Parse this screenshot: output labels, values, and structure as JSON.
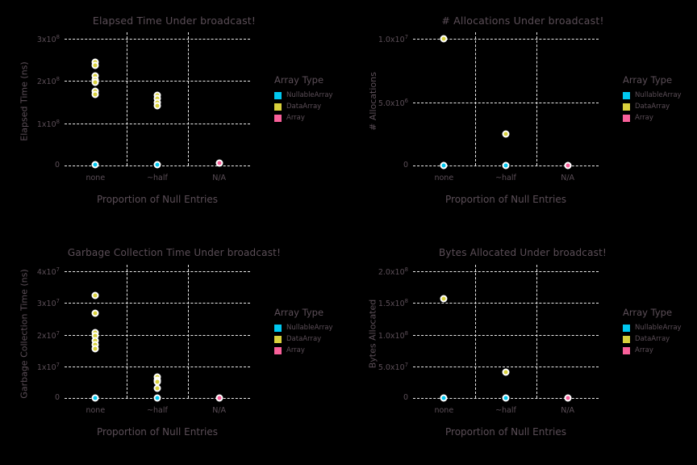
{
  "figure": {
    "background": "#000000",
    "text_color": "#5b4e57",
    "grid_color": "#ffffff"
  },
  "legend": {
    "title": "Array Type",
    "entries": [
      {
        "label": "NullableArray",
        "color": "#00c8f0"
      },
      {
        "label": "DataArray",
        "color": "#d9d13c"
      },
      {
        "label": "Array",
        "color": "#f9609a"
      }
    ]
  },
  "chart_data": [
    {
      "id": "elapsed-time",
      "type": "scatter",
      "title": "Elapsed Time Under broadcast!",
      "xlabel": "Proportion of Null Entries",
      "ylabel": "Elapsed Time (ns)",
      "categories": [
        "none",
        "~half",
        "N/A"
      ],
      "yticks": [
        0,
        100000000,
        200000000,
        300000000
      ],
      "yticklabels": [
        "0",
        "1x10⁸",
        "2x10⁸",
        "3x10⁸"
      ],
      "ylim": [
        0,
        300000000
      ],
      "grid": true,
      "legend_position": "right",
      "series": [
        {
          "name": "NullableArray",
          "color": "#00c8f0",
          "points": [
            {
              "x": "none",
              "y": 2000000
            },
            {
              "x": "~half",
              "y": 2000000
            }
          ]
        },
        {
          "name": "DataArray",
          "color": "#d9d13c",
          "points": [
            {
              "x": "none",
              "y": 244000000
            },
            {
              "x": "none",
              "y": 236000000
            },
            {
              "x": "none",
              "y": 212000000
            },
            {
              "x": "none",
              "y": 203000000
            },
            {
              "x": "none",
              "y": 196000000
            },
            {
              "x": "none",
              "y": 176000000
            },
            {
              "x": "none",
              "y": 168000000
            },
            {
              "x": "~half",
              "y": 167000000
            },
            {
              "x": "~half",
              "y": 158000000
            },
            {
              "x": "~half",
              "y": 149000000
            },
            {
              "x": "~half",
              "y": 141000000
            }
          ]
        },
        {
          "name": "Array",
          "color": "#f9609a",
          "points": [
            {
              "x": "N/A",
              "y": 5000000
            }
          ]
        }
      ]
    },
    {
      "id": "num-allocations",
      "type": "scatter",
      "title": "# Allocations Under broadcast!",
      "xlabel": "Proportion of Null Entries",
      "ylabel": "# Allocations",
      "categories": [
        "none",
        "~half",
        "N/A"
      ],
      "yticks": [
        0,
        5000000,
        10000000
      ],
      "yticklabels": [
        "0",
        "5.0x10⁶",
        "1.0x10⁷"
      ],
      "ylim": [
        0,
        10000000
      ],
      "grid": true,
      "legend_position": "right",
      "series": [
        {
          "name": "NullableArray",
          "color": "#00c8f0",
          "points": [
            {
              "x": "none",
              "y": 0
            },
            {
              "x": "~half",
              "y": 0
            }
          ]
        },
        {
          "name": "DataArray",
          "color": "#d9d13c",
          "points": [
            {
              "x": "none",
              "y": 10000000
            },
            {
              "x": "~half",
              "y": 2500000
            }
          ]
        },
        {
          "name": "Array",
          "color": "#f9609a",
          "points": [
            {
              "x": "N/A",
              "y": 0
            }
          ]
        }
      ]
    },
    {
      "id": "gc-time",
      "type": "scatter",
      "title": "Garbage Collection Time Under broadcast!",
      "xlabel": "Proportion of Null Entries",
      "ylabel": "Garbage Collection Time (ns)",
      "categories": [
        "none",
        "~half",
        "N/A"
      ],
      "yticks": [
        0,
        10000000,
        20000000,
        30000000,
        40000000
      ],
      "yticklabels": [
        "0",
        "1x10⁷",
        "2x10⁷",
        "3x10⁷",
        "4x10⁷"
      ],
      "ylim": [
        0,
        40000000
      ],
      "grid": true,
      "legend_position": "right",
      "series": [
        {
          "name": "NullableArray",
          "color": "#00c8f0",
          "points": [
            {
              "x": "none",
              "y": 0
            },
            {
              "x": "~half",
              "y": 0
            }
          ]
        },
        {
          "name": "DataArray",
          "color": "#d9d13c",
          "points": [
            {
              "x": "none",
              "y": 32400000
            },
            {
              "x": "none",
              "y": 26700000
            },
            {
              "x": "none",
              "y": 20600000
            },
            {
              "x": "none",
              "y": 19700000
            },
            {
              "x": "none",
              "y": 18200000
            },
            {
              "x": "none",
              "y": 16900000
            },
            {
              "x": "none",
              "y": 15500000
            },
            {
              "x": "~half",
              "y": 6700000
            },
            {
              "x": "~half",
              "y": 5600000
            },
            {
              "x": "~half",
              "y": 5000000
            },
            {
              "x": "~half",
              "y": 3100000
            }
          ]
        },
        {
          "name": "Array",
          "color": "#f9609a",
          "points": [
            {
              "x": "N/A",
              "y": 0
            }
          ]
        }
      ]
    },
    {
      "id": "bytes-allocated",
      "type": "scatter",
      "title": "Bytes Allocated Under broadcast!",
      "xlabel": "Proportion of Null Entries",
      "ylabel": "Bytes Allocated",
      "categories": [
        "none",
        "~half",
        "N/A"
      ],
      "yticks": [
        0,
        50000000,
        100000000,
        150000000,
        200000000
      ],
      "yticklabels": [
        "0",
        "5.0x10⁷",
        "1.0x10⁸",
        "1.5x10⁸",
        "2.0x10⁸"
      ],
      "ylim": [
        0,
        200000000
      ],
      "grid": true,
      "legend_position": "right",
      "series": [
        {
          "name": "NullableArray",
          "color": "#00c8f0",
          "points": [
            {
              "x": "none",
              "y": 0
            },
            {
              "x": "~half",
              "y": 0
            }
          ]
        },
        {
          "name": "DataArray",
          "color": "#d9d13c",
          "points": [
            {
              "x": "none",
              "y": 157000000
            },
            {
              "x": "~half",
              "y": 41000000
            }
          ]
        },
        {
          "name": "Array",
          "color": "#f9609a",
          "points": [
            {
              "x": "N/A",
              "y": 0
            }
          ]
        }
      ]
    }
  ]
}
